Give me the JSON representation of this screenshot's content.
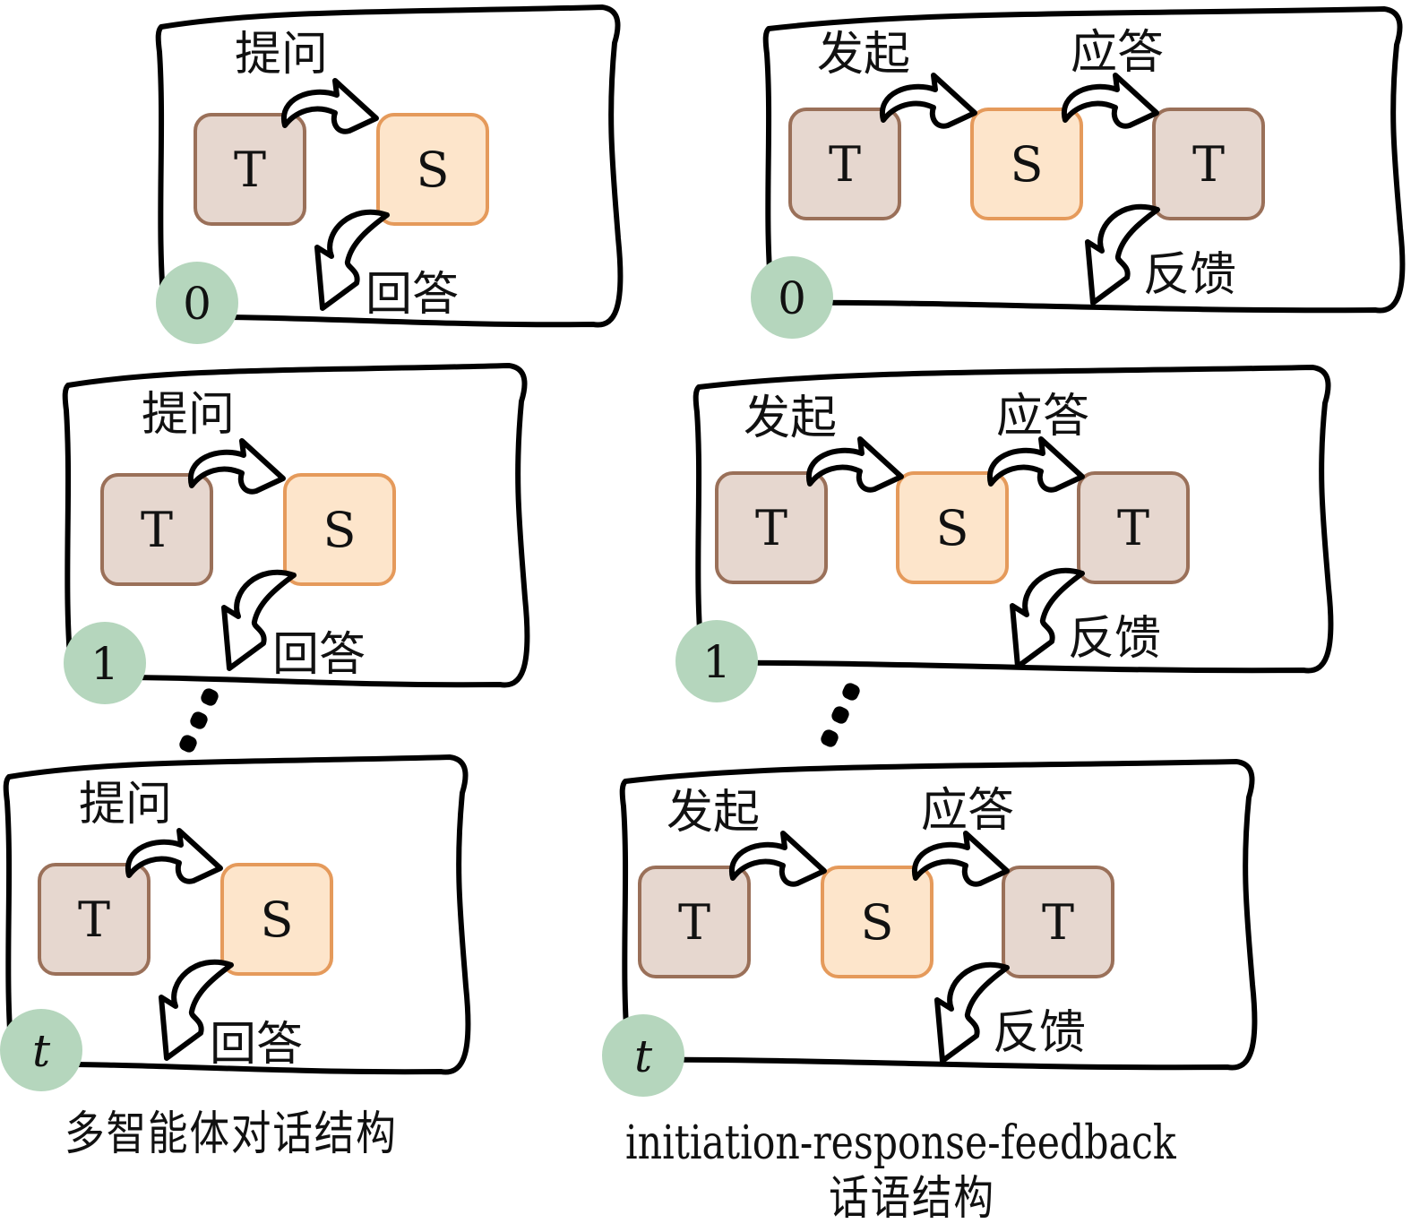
{
  "colors": {
    "teacher_fill": "#e6d7cf",
    "teacher_stroke": "#9a7059",
    "student_fill": "#fde5cb",
    "student_stroke": "#e59a5b",
    "step_circle": "#b5d6bd",
    "frame_stroke": "#000000"
  },
  "node_labels": {
    "teacher": "T",
    "student": "S"
  },
  "left_structure": {
    "caption": "多智能体对话结构",
    "arrow_labels": {
      "ask": "提问",
      "answer": "回答"
    },
    "panels": [
      {
        "step": "0",
        "sequence": [
          "T",
          "S"
        ]
      },
      {
        "step": "1",
        "sequence": [
          "T",
          "S"
        ]
      },
      {
        "step": "t",
        "sequence": [
          "T",
          "S"
        ]
      }
    ]
  },
  "right_structure": {
    "caption_line1": "initiation-response-feedback",
    "caption_line2": "话语结构",
    "arrow_labels": {
      "initiation": "发起",
      "response": "应答",
      "feedback": "反馈"
    },
    "panels": [
      {
        "step": "0",
        "sequence": [
          "T",
          "S",
          "T"
        ]
      },
      {
        "step": "1",
        "sequence": [
          "T",
          "S",
          "T"
        ]
      },
      {
        "step": "t",
        "sequence": [
          "T",
          "S",
          "T"
        ]
      }
    ]
  },
  "ellipsis": "⋮"
}
